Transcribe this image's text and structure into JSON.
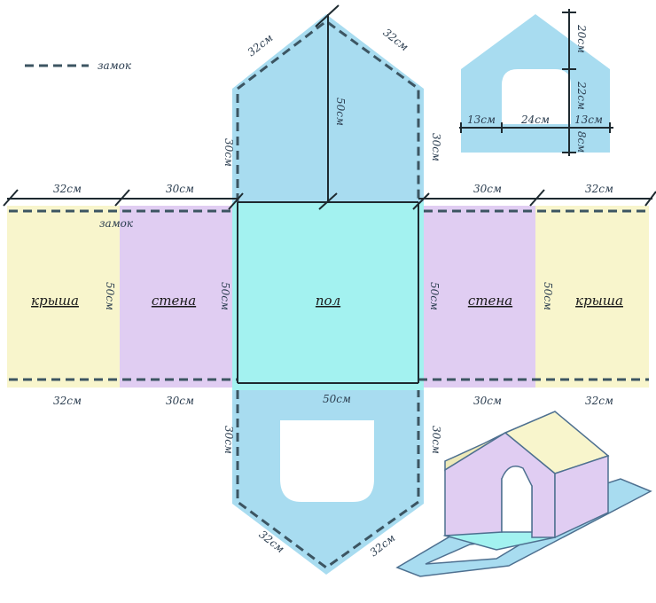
{
  "legend": {
    "label": "замок"
  },
  "lock_label": "замок",
  "panels": {
    "roof_left": "крыша",
    "wall_left": "стена",
    "floor": "пол",
    "wall_right": "стена",
    "roof_right": "крыша"
  },
  "dims": {
    "top_32_left": "32см",
    "top_32_right": "32см",
    "top_50_vert": "50см",
    "top_30_left": "30см",
    "top_30_right": "30см",
    "row_32_top_left": "32см",
    "row_30_top_left": "30см",
    "row_30_top_right": "30см",
    "row_32_top_right": "32см",
    "side_50_roof_left": "50см",
    "side_50_wall_left": "50см",
    "side_50_floor_right": "50см",
    "side_50_roof_right": "50см",
    "row_32_bottom_left": "32см",
    "row_30_bottom_left": "30см",
    "bottom_50": "50см",
    "row_30_bottom_right": "30см",
    "row_32_bottom_right": "32см",
    "bottom_30_left": "30см",
    "bottom_30_right": "30см",
    "bottom_32_left": "32см",
    "bottom_32_right": "32см"
  },
  "front_view": {
    "d20": "20см",
    "d22": "22см",
    "d13_left": "13см",
    "d24": "24см",
    "d13_right": "13см",
    "d8": "8см"
  },
  "colors": {
    "blue": "#a8dcf0",
    "floor": "#a3f2f0",
    "wall": "#e0cdf2",
    "roof": "#f8f5cc",
    "dash": "#3c5562"
  }
}
